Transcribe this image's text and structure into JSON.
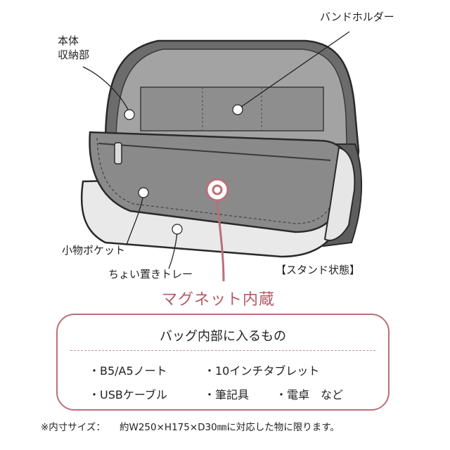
{
  "labels": {
    "main_compartment_line1": "本体",
    "main_compartment_line2": "収納部",
    "band_holder": "バンドホルダー",
    "small_pocket": "小物ポケット",
    "tray": "ちょい置きトレー",
    "stand_state": "【スタンド状態】",
    "magnet": "マグネット内蔵"
  },
  "contents_box": {
    "title": "バッグ内部に入るもの",
    "items": [
      "・B5/A5ノート",
      "・10インチタブレット",
      "・USBケーブル",
      "・筆記具",
      "・電卓　など"
    ]
  },
  "footnote": {
    "prefix": "※内寸サイズ：",
    "size": "約W250×H175×D30㎜に対応した物に限ります。"
  },
  "colors": {
    "accent": "#b97079",
    "bag_dark": "#6f6f6f",
    "bag_mid": "#9a9a9a",
    "bag_light": "#e6e6e6"
  }
}
